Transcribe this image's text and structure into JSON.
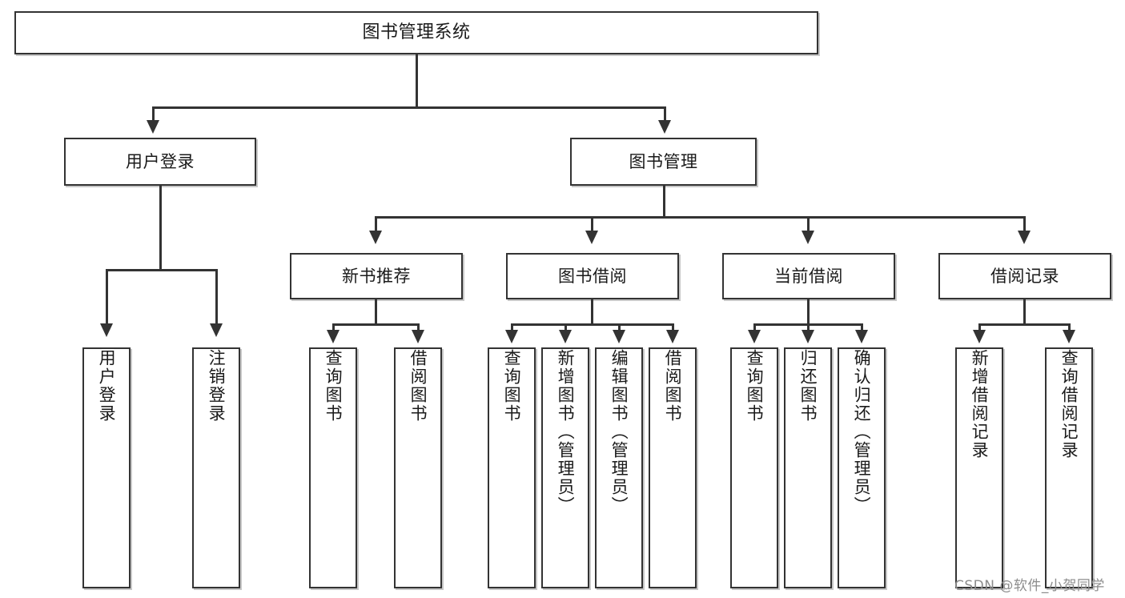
{
  "diagram": {
    "title_node": {
      "label": "图书管理系统"
    },
    "level2": [
      {
        "id": "user-login",
        "label": "用户登录"
      },
      {
        "id": "book-management",
        "label": "图书管理"
      }
    ],
    "level3": [
      {
        "id": "new-book-recommend",
        "label": "新书推荐"
      },
      {
        "id": "book-borrow",
        "label": "图书借阅"
      },
      {
        "id": "current-borrow",
        "label": "当前借阅"
      },
      {
        "id": "borrow-record",
        "label": "借阅记录"
      }
    ],
    "leaves": {
      "user_login": [
        {
          "id": "leaf-user-login",
          "label": "用户登录"
        },
        {
          "id": "leaf-logout-login",
          "label": "注销登录"
        }
      ],
      "new_book_recommend": [
        {
          "id": "leaf-query-book-1",
          "label": "查询图书"
        },
        {
          "id": "leaf-borrow-book-1",
          "label": "借阅图书"
        }
      ],
      "book_borrow": [
        {
          "id": "leaf-query-book-2",
          "label": "查询图书"
        },
        {
          "id": "leaf-add-book",
          "label": "新增图书（管理员）"
        },
        {
          "id": "leaf-edit-book",
          "label": "编辑图书（管理员）"
        },
        {
          "id": "leaf-borrow-book-2",
          "label": "借阅图书"
        }
      ],
      "current_borrow": [
        {
          "id": "leaf-query-book-3",
          "label": "查询图书"
        },
        {
          "id": "leaf-return-book",
          "label": "归还图书"
        },
        {
          "id": "leaf-confirm-return",
          "label": "确认归还（管理员）"
        }
      ],
      "borrow_record": [
        {
          "id": "leaf-add-record",
          "label": "新增借阅记录"
        },
        {
          "id": "leaf-query-record",
          "label": "查询借阅记录"
        }
      ]
    },
    "watermark": "CSDN @软件_小贺同学",
    "colors": {
      "stroke": "#333333",
      "fill": "#ffffff",
      "text": "#1a1a1a",
      "watermark": "#8c8c8c"
    }
  }
}
